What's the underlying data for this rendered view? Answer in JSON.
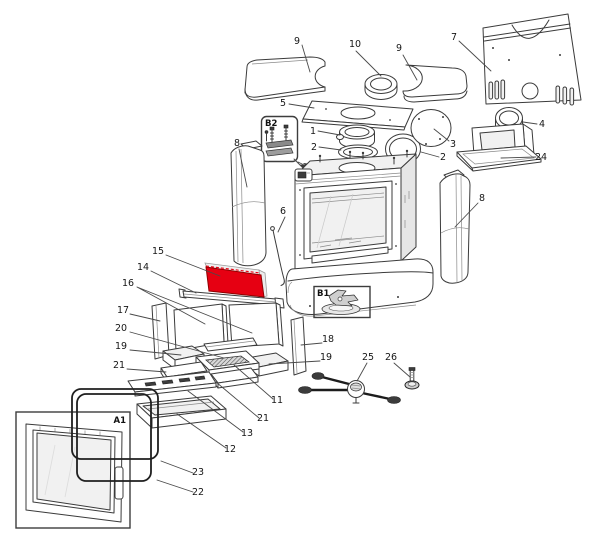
{
  "diagram": {
    "kind": "exploded-parts-diagram",
    "background": "#ffffff",
    "line_color": "#3b3b3b",
    "highlight": {
      "label": "15",
      "part": "back-firebrick",
      "color": "#e60012"
    }
  },
  "callouts": [
    {
      "text": "9",
      "part": "top-plate-left"
    },
    {
      "text": "10",
      "part": "flue-ring"
    },
    {
      "text": "9",
      "part": "top-plate-right"
    },
    {
      "text": "7",
      "part": "rear-heat-shield"
    },
    {
      "text": "5",
      "part": "top-cover-plate"
    },
    {
      "text": "B2",
      "part": "fixing-kit-detail-box"
    },
    {
      "text": "1",
      "part": "flue-collar"
    },
    {
      "text": "2",
      "part": "sealing-ring-front"
    },
    {
      "text": "3",
      "part": "blanking-plate"
    },
    {
      "text": "2",
      "part": "sealing-ring-rear"
    },
    {
      "text": "4",
      "part": "air-spigot"
    },
    {
      "text": "24",
      "part": "convection-box"
    },
    {
      "text": "8",
      "part": "side-panel-left"
    },
    {
      "text": "8",
      "part": "side-panel-right"
    },
    {
      "text": "6",
      "part": "operating-rod"
    },
    {
      "text": "15",
      "part": "back-firebrick"
    },
    {
      "text": "14",
      "part": "baffle-bar"
    },
    {
      "text": "16",
      "part": "side-firebricks"
    },
    {
      "text": "17",
      "part": "firebrick-strip-left"
    },
    {
      "text": "20",
      "part": "baffle-plate"
    },
    {
      "text": "19",
      "part": "corner-brick-left"
    },
    {
      "text": "21",
      "part": "base-brick-left"
    },
    {
      "text": "B1",
      "part": "latch-detail-box"
    },
    {
      "text": "18",
      "part": "firebrick-strip-right"
    },
    {
      "text": "19",
      "part": "corner-brick-right"
    },
    {
      "text": "25",
      "part": "grate-shaker"
    },
    {
      "text": "26",
      "part": "adjustable-foot"
    },
    {
      "text": "11",
      "part": "shaking-grate"
    },
    {
      "text": "21",
      "part": "base-brick-right"
    },
    {
      "text": "13",
      "part": "grate-frame"
    },
    {
      "text": "12",
      "part": "ash-pan"
    },
    {
      "text": "A1",
      "part": "door-assembly-detail-box"
    },
    {
      "text": "23",
      "part": "door-gasket-inner"
    },
    {
      "text": "22",
      "part": "door-gasket-outer"
    }
  ]
}
